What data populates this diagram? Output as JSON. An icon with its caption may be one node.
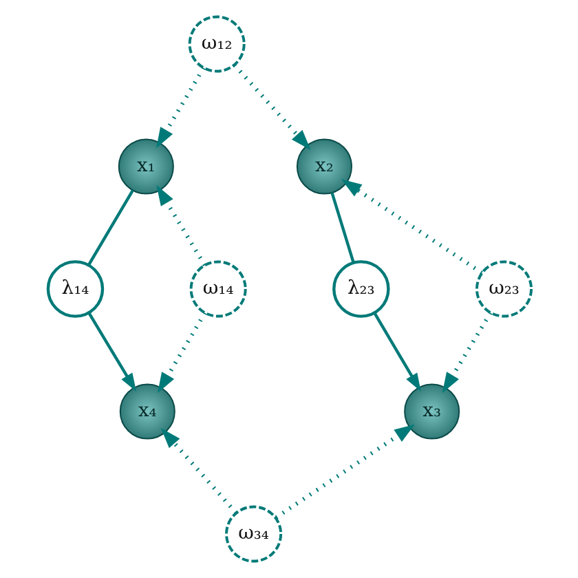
{
  "diagram": {
    "nodes": [
      {
        "text": [
          "ω₁₂"
        ]
      },
      {
        "text": [
          "x₁"
        ]
      },
      {
        "text": [
          "x₂"
        ]
      },
      {
        "text": [
          "λ₁₄"
        ]
      },
      {
        "text": [
          "λ₂₃"
        ]
      },
      {
        "text": [
          "ω₂₃"
        ]
      },
      {
        "text": [
          "ω₁₄"
        ]
      },
      {
        "text": [
          "x₃"
        ]
      },
      {
        "text": [
          "x₄"
        ]
      },
      {
        "text": [
          "ω₃₄"
        ]
      }
    ],
    "edges": [
      {
        "from": 0,
        "to": 1,
        "arrow": "to",
        "style": "dashed"
      },
      {
        "from": 0,
        "to": 2,
        "arrow": "to",
        "style": "dashed"
      },
      {
        "from": 1,
        "to": 3,
        "arrow": "none"
      },
      {
        "from": 3,
        "to": 8,
        "arrow": "to"
      },
      {
        "from": 2,
        "to": 4,
        "arrow": "none"
      },
      {
        "from": 4,
        "to": 7,
        "arrow": "to"
      },
      {
        "from": 5,
        "to": 2,
        "arrow": "to",
        "style": "dashed"
      },
      {
        "from": 5,
        "to": 7,
        "arrow": "to",
        "style": "dashed"
      },
      {
        "from": 6,
        "to": 1,
        "arrow": "to",
        "style": "dashed"
      },
      {
        "from": 6,
        "to": 8,
        "arrow": "to",
        "style": "dashed"
      },
      {
        "from": 9,
        "to": 7,
        "arrow": "to",
        "style": "dashed"
      },
      {
        "from": 9,
        "to": 8,
        "arrow": "to",
        "style": "dashed"
      }
    ]
  }
}
